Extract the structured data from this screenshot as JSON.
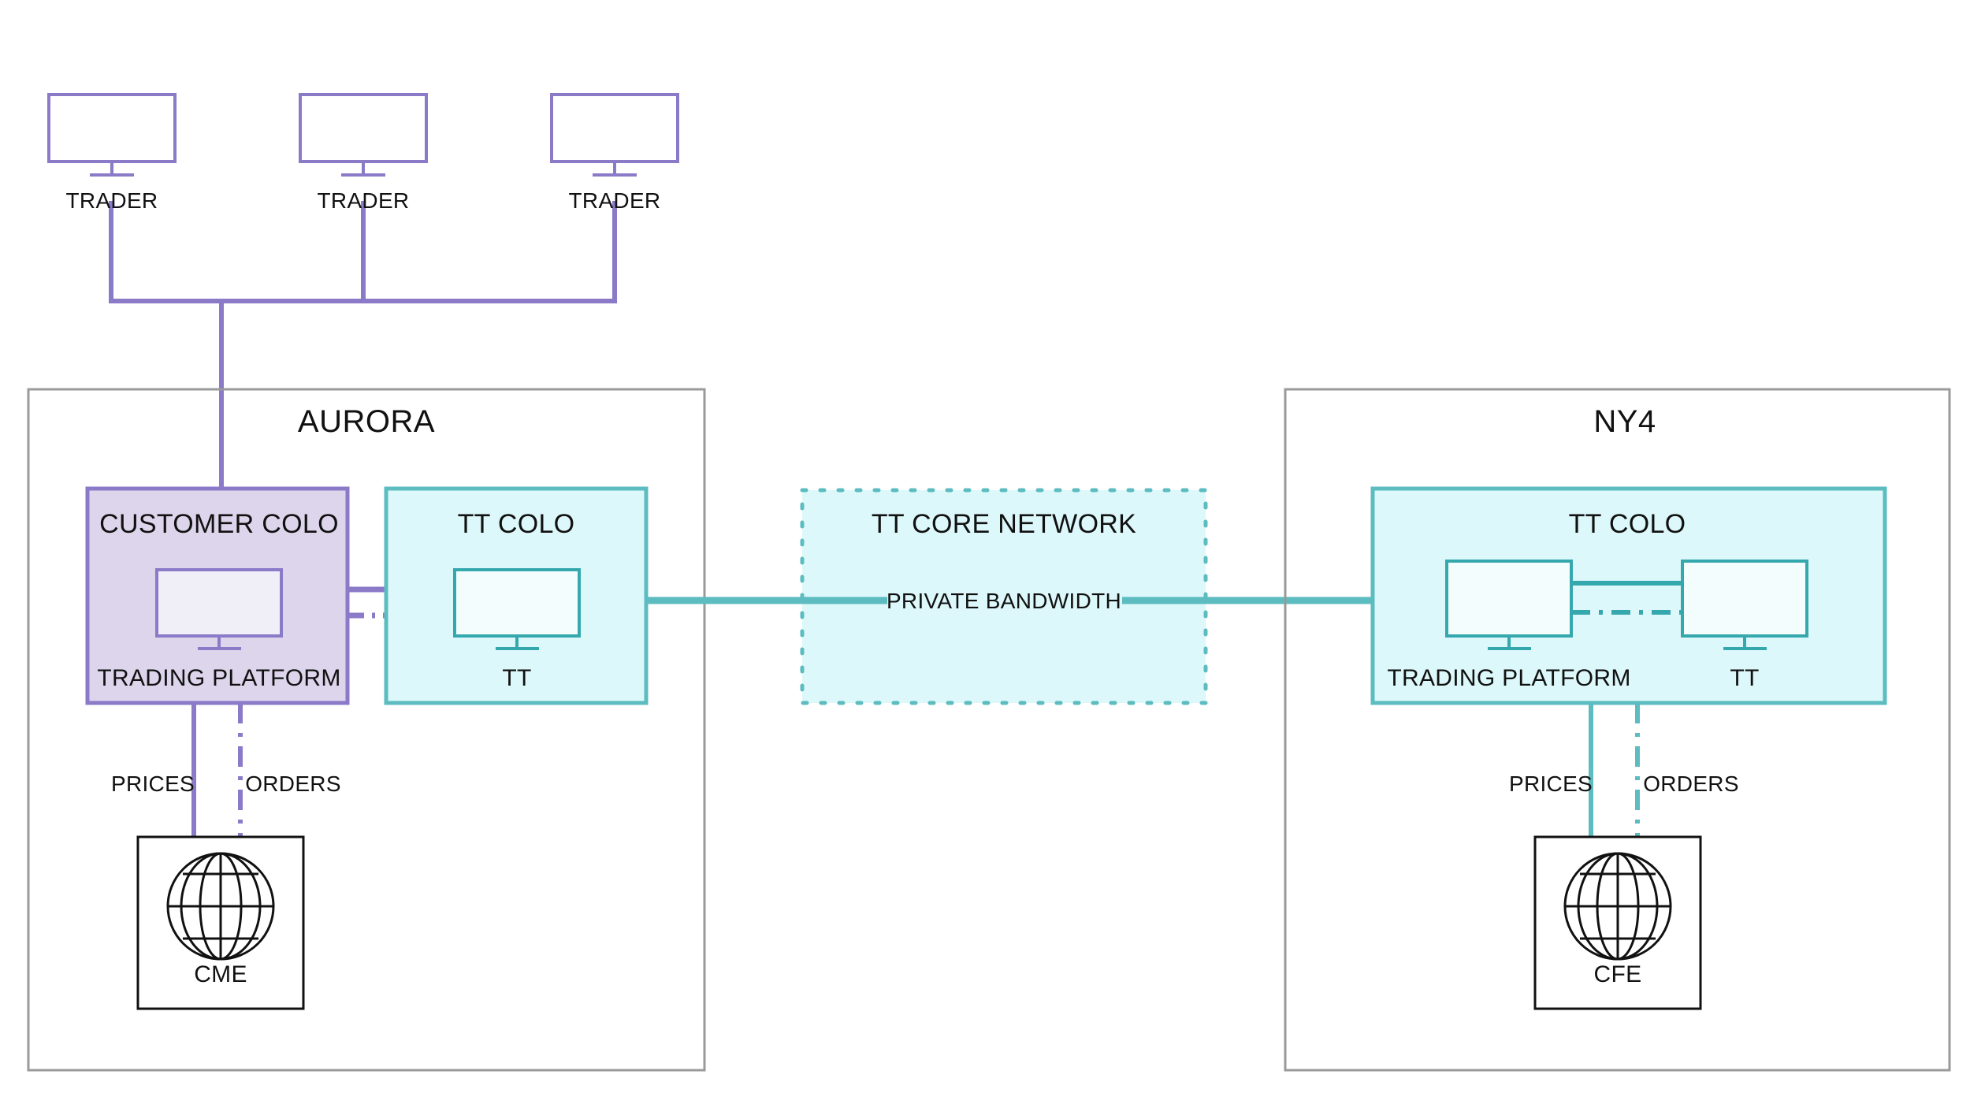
{
  "diagram": {
    "title_purple_accent": "#8b7ac8",
    "title_teal_accent": "#5cbcc0",
    "sites": [
      {
        "id": "aurora",
        "label": "AURORA",
        "zones": [
          {
            "id": "customer-colo",
            "label": "CUSTOMER COLO",
            "fill": "#dcd5ec",
            "stroke": "#8b7ac8",
            "nodes": [
              {
                "id": "trading-platform",
                "label": "TRADING PLATFORM",
                "icon": "monitor-icon"
              }
            ]
          },
          {
            "id": "tt-colo-aurora",
            "label": "TT COLO",
            "fill": "#ddf8fa",
            "stroke": "#5cbcc0",
            "nodes": [
              {
                "id": "tt",
                "label": "TT",
                "icon": "monitor-icon"
              }
            ]
          }
        ],
        "exchange": {
          "id": "cme",
          "label": "CME",
          "icon": "globe-icon",
          "links": [
            {
              "label": "PRICES",
              "style": "solid"
            },
            {
              "label": "ORDERS",
              "style": "dash-dot"
            }
          ]
        }
      },
      {
        "id": "ny4",
        "label": "NY4",
        "zones": [
          {
            "id": "tt-colo-ny4",
            "label": "TT COLO",
            "fill": "#ddf8fa",
            "stroke": "#5cbcc0",
            "nodes": [
              {
                "id": "trading-platform",
                "label": "TRADING PLATFORM",
                "icon": "monitor-icon"
              },
              {
                "id": "tt",
                "label": "TT",
                "icon": "monitor-icon"
              }
            ]
          }
        ],
        "exchange": {
          "id": "cfe",
          "label": "CFE",
          "icon": "globe-icon",
          "links": [
            {
              "label": "PRICES",
              "style": "solid"
            },
            {
              "label": "ORDERS",
              "style": "dash-dot"
            }
          ]
        }
      }
    ],
    "core_network": {
      "id": "tt-core-network",
      "label": "TT CORE NETWORK",
      "link_label": "PRIVATE BANDWIDTH",
      "fill": "#ddf8fa",
      "stroke": "#5cbcc0",
      "border_style": "dotted"
    },
    "traders": [
      {
        "id": "trader-1",
        "label": "TRADER",
        "icon": "monitor-icon"
      },
      {
        "id": "trader-2",
        "label": "TRADER",
        "icon": "monitor-icon"
      },
      {
        "id": "trader-3",
        "label": "TRADER",
        "icon": "monitor-icon"
      }
    ]
  }
}
